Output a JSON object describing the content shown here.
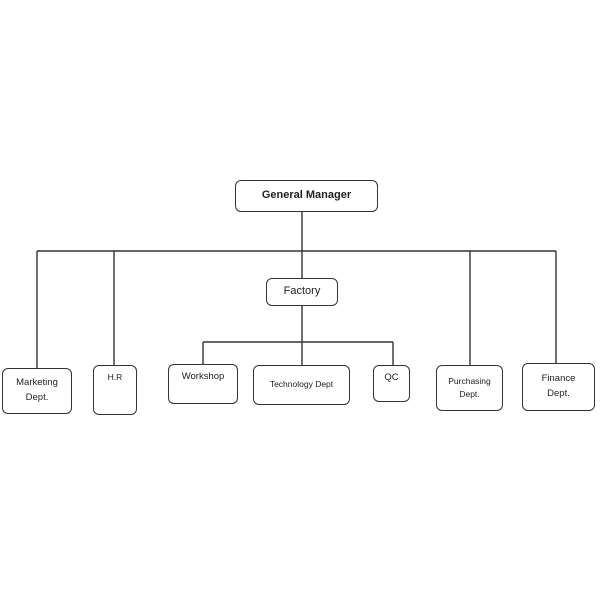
{
  "org_chart": {
    "general_manager": "General Manager",
    "factory": "Factory",
    "departments": {
      "marketing": [
        "Marketing",
        "Dept."
      ],
      "hr": "H.R",
      "workshop": "Workshop",
      "technology": "Technology Dept",
      "qc": "QC",
      "purchasing": [
        "Purchasing",
        "Dept."
      ],
      "finance": [
        "Finance",
        "Dept."
      ]
    }
  }
}
